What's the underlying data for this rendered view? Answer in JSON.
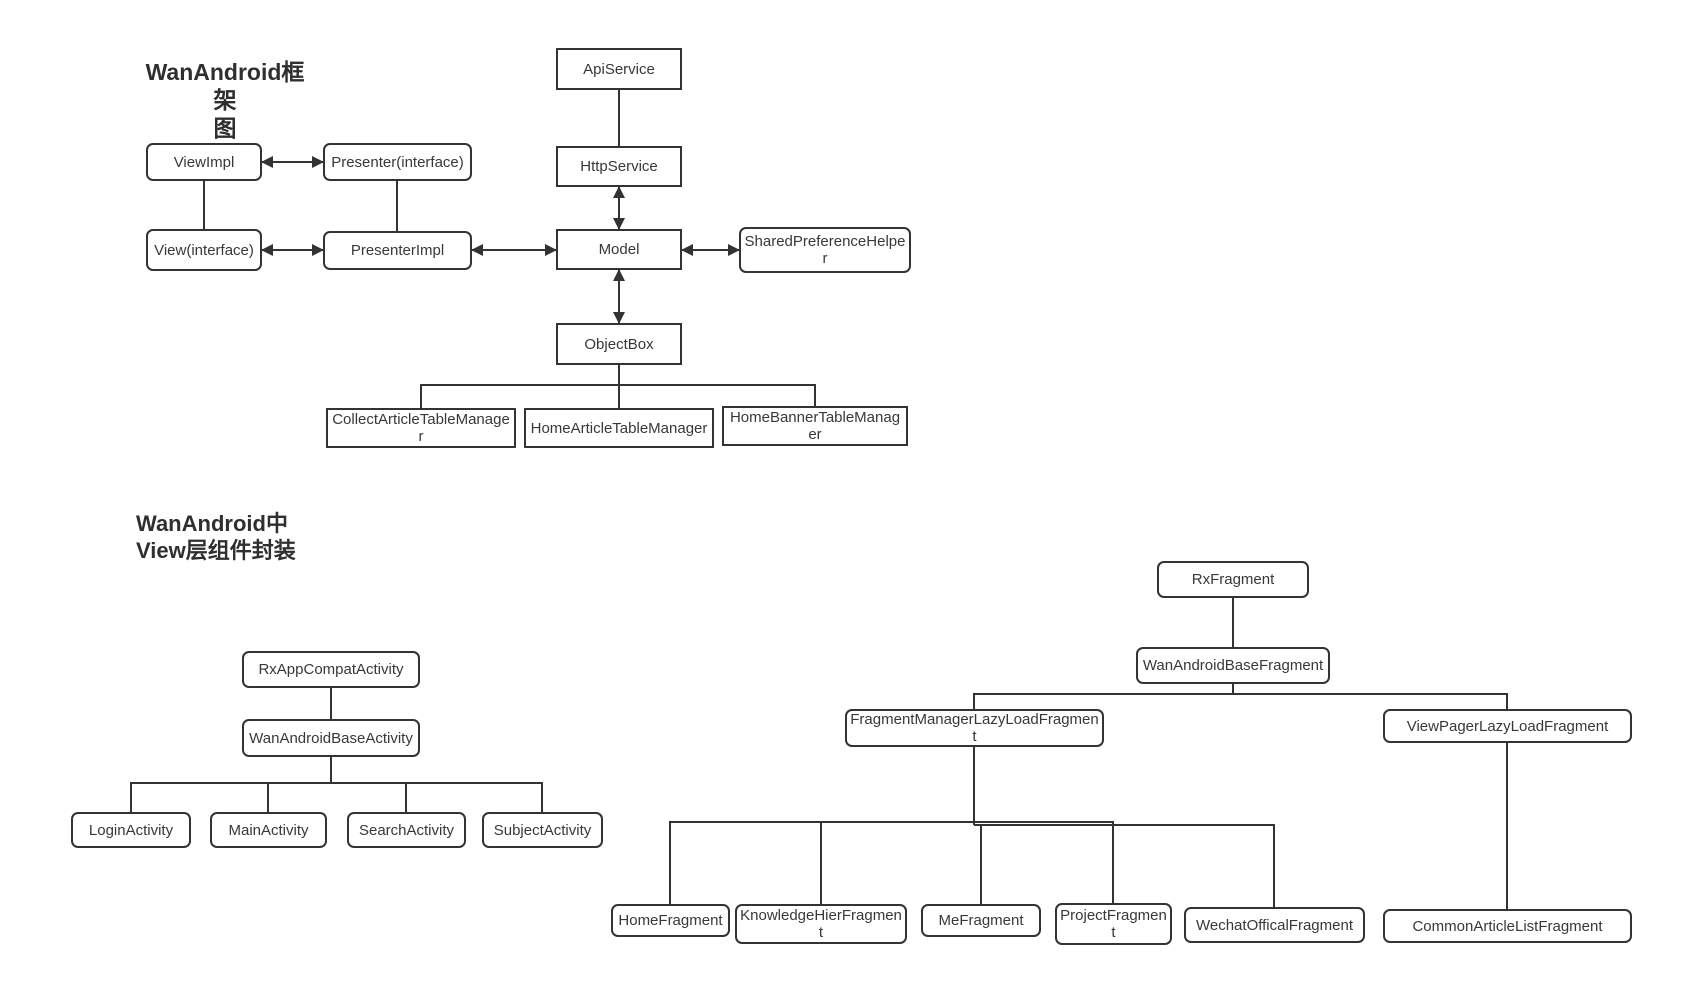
{
  "colors": {
    "line": "#333333",
    "text": "#383838",
    "background": "#ffffff"
  },
  "framework_diagram": {
    "title": {
      "line1": "WanAndroid框架",
      "line2": "图"
    },
    "nodes": {
      "viewimpl": "ViewImpl",
      "presenter_interface": "Presenter(interface)",
      "view_interface": "View(interface)",
      "presenterimpl": "PresenterImpl",
      "apiservice": "ApiService",
      "httpservice": "HttpService",
      "model": "Model",
      "sharedpreferencehelper": "SharedPreferenceHelper",
      "objectbox": "ObjectBox",
      "collectarticletablemanager": "CollectArticleTableManager",
      "homearticletablemanager": "HomeArticleTableManager",
      "homebannertablemanager": "HomeBannerTableManager"
    },
    "edges": [
      {
        "from": "ViewImpl",
        "to": "Presenter(interface)",
        "style": "double-arrow"
      },
      {
        "from": "ViewImpl",
        "to": "View(interface)",
        "style": "line"
      },
      {
        "from": "Presenter(interface)",
        "to": "PresenterImpl",
        "style": "line"
      },
      {
        "from": "View(interface)",
        "to": "PresenterImpl",
        "style": "double-arrow"
      },
      {
        "from": "PresenterImpl",
        "to": "Model",
        "style": "double-arrow"
      },
      {
        "from": "ApiService",
        "to": "HttpService",
        "style": "line"
      },
      {
        "from": "HttpService",
        "to": "Model",
        "style": "double-arrow"
      },
      {
        "from": "Model",
        "to": "SharedPreferenceHelper",
        "style": "double-arrow"
      },
      {
        "from": "Model",
        "to": "ObjectBox",
        "style": "double-arrow"
      },
      {
        "from": "ObjectBox",
        "to": "CollectArticleTableManager",
        "style": "tree-branch"
      },
      {
        "from": "ObjectBox",
        "to": "HomeArticleTableManager",
        "style": "tree-branch"
      },
      {
        "from": "ObjectBox",
        "to": "HomeBannerTableManager",
        "style": "tree-branch"
      }
    ]
  },
  "view_components_diagram": {
    "title": {
      "line1": "WanAndroid中",
      "line2": "View层组件封装"
    },
    "activity_tree": {
      "nodes": {
        "rxappcompatactivity": "RxAppCompatActivity",
        "wanandroidbaseactivity": "WanAndroidBaseActivity",
        "loginactivity": "LoginActivity",
        "mainactivity": "MainActivity",
        "searchactivity": "SearchActivity",
        "subjectactivity": "SubjectActivity"
      },
      "edges": [
        {
          "from": "RxAppCompatActivity",
          "to": "WanAndroidBaseActivity",
          "style": "line"
        },
        {
          "from": "WanAndroidBaseActivity",
          "to": "LoginActivity",
          "style": "tree-branch"
        },
        {
          "from": "WanAndroidBaseActivity",
          "to": "MainActivity",
          "style": "tree-branch"
        },
        {
          "from": "WanAndroidBaseActivity",
          "to": "SearchActivity",
          "style": "tree-branch"
        },
        {
          "from": "WanAndroidBaseActivity",
          "to": "SubjectActivity",
          "style": "tree-branch"
        }
      ]
    },
    "fragment_tree": {
      "nodes": {
        "rxfragment": "RxFragment",
        "wanandroidbasefragment": "WanAndroidBaseFragment",
        "fragmentmanagerlazyloadfragment": "FragmentManagerLazyLoadFragment",
        "viewpagerlazyloadfragment": "ViewPagerLazyLoadFragment",
        "homefragment": "HomeFragment",
        "knowledgehierfragment": "KnowledgeHierFragment",
        "mefragment": "MeFragment",
        "projectfragment": "ProjectFragment",
        "wechatofficalfragment": "WechatOfficalFragment",
        "commonarticlelistfragment": "CommonArticleListFragment"
      },
      "edges": [
        {
          "from": "RxFragment",
          "to": "WanAndroidBaseFragment",
          "style": "line"
        },
        {
          "from": "WanAndroidBaseFragment",
          "to": "FragmentManagerLazyLoadFragment",
          "style": "tree-branch"
        },
        {
          "from": "WanAndroidBaseFragment",
          "to": "ViewPagerLazyLoadFragment",
          "style": "tree-branch"
        },
        {
          "from": "FragmentManagerLazyLoadFragment",
          "to": "HomeFragment",
          "style": "tree-branch"
        },
        {
          "from": "FragmentManagerLazyLoadFragment",
          "to": "KnowledgeHierFragment",
          "style": "tree-branch"
        },
        {
          "from": "FragmentManagerLazyLoadFragment",
          "to": "MeFragment",
          "style": "tree-branch"
        },
        {
          "from": "FragmentManagerLazyLoadFragment",
          "to": "ProjectFragment",
          "style": "tree-branch"
        },
        {
          "from": "FragmentManagerLazyLoadFragment",
          "to": "WechatOfficalFragment",
          "style": "tree-branch"
        },
        {
          "from": "ViewPagerLazyLoadFragment",
          "to": "CommonArticleListFragment",
          "style": "line"
        }
      ]
    }
  }
}
